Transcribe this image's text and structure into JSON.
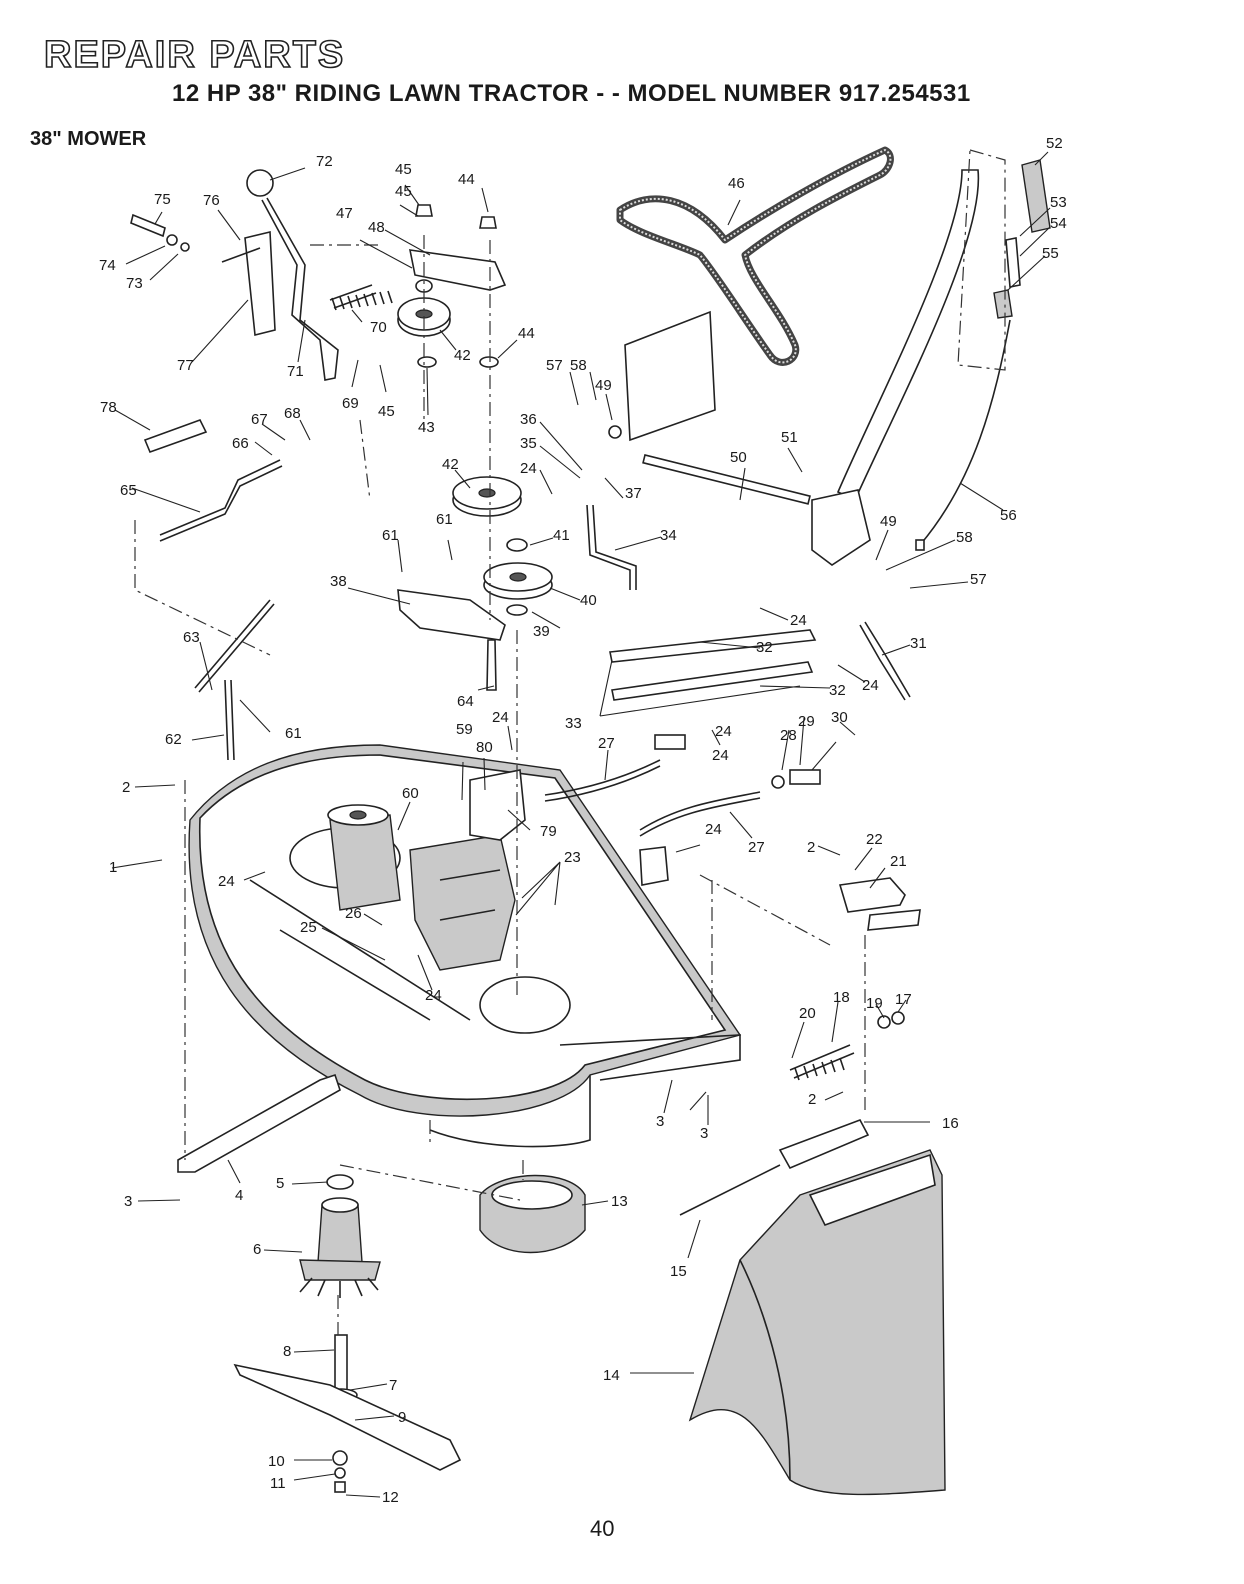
{
  "header": {
    "title": "REPAIR PARTS",
    "subtitle": "12 HP 38\" RIDING LAWN TRACTOR - - MODEL NUMBER 917.254531",
    "section": "38\" MOWER"
  },
  "page_number": "40",
  "callouts": [
    "72",
    "45",
    "44",
    "45",
    "75",
    "76",
    "47",
    "48",
    "46",
    "52",
    "53",
    "54",
    "55",
    "74",
    "73",
    "70",
    "42",
    "77",
    "71",
    "69",
    "45",
    "44",
    "43",
    "57",
    "58",
    "49",
    "78",
    "67",
    "68",
    "66",
    "36",
    "35",
    "24",
    "37",
    "51",
    "50",
    "42",
    "65",
    "61",
    "61",
    "41",
    "34",
    "49",
    "58",
    "56",
    "38",
    "40",
    "57",
    "39",
    "24",
    "63",
    "32",
    "31",
    "33",
    "32",
    "24",
    "64",
    "24",
    "61",
    "62",
    "59",
    "80",
    "27",
    "24",
    "28",
    "29",
    "30",
    "24",
    "2",
    "60",
    "79",
    "24",
    "27",
    "2",
    "22",
    "1",
    "23",
    "21",
    "24",
    "26",
    "25",
    "24",
    "19",
    "17",
    "20",
    "18",
    "2",
    "3",
    "3",
    "16",
    "3",
    "4",
    "5",
    "13",
    "6",
    "15",
    "8",
    "7",
    "14",
    "9",
    "10",
    "11",
    "12"
  ]
}
